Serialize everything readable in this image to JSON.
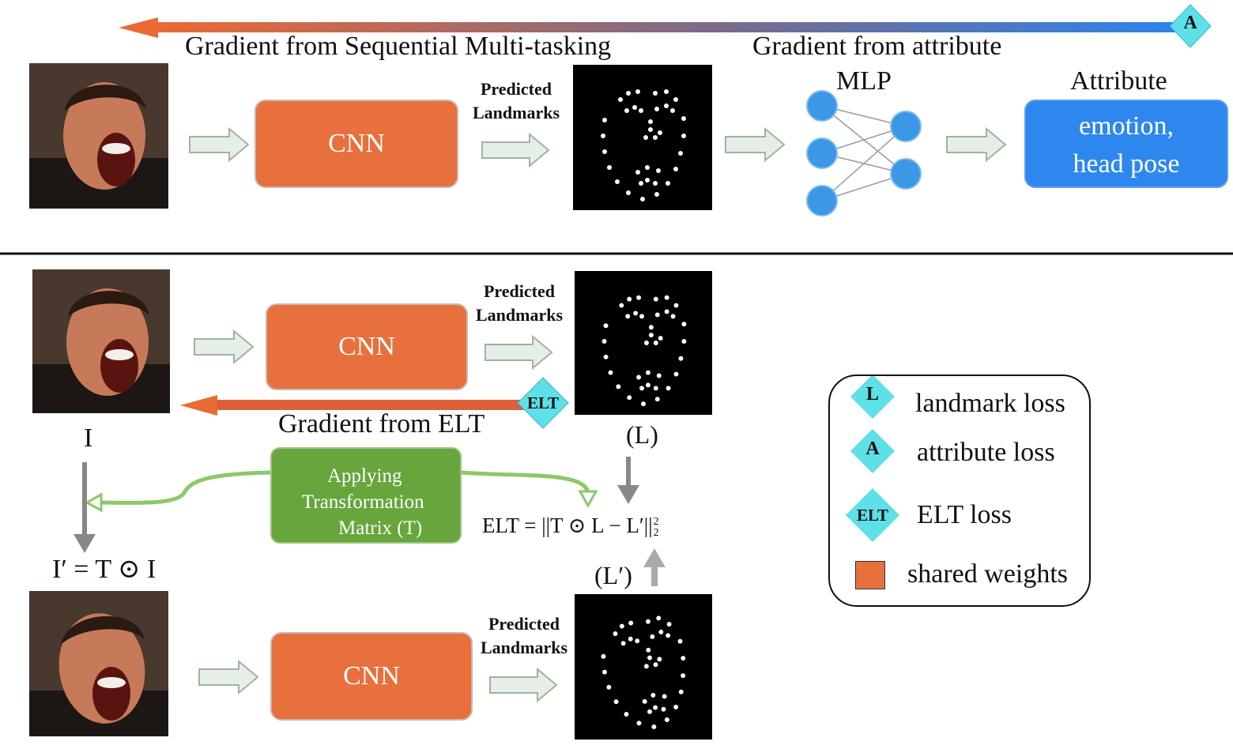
{
  "top": {
    "gradient_seq_label": "Gradient from Sequential Multi-tasking",
    "gradient_attr_label": "Gradient from attribute",
    "cnn_label": "CNN",
    "pred_landmarks_line1": "Predicted",
    "pred_landmarks_line2": "Landmarks",
    "mlp_label": "MLP",
    "attribute_title": "Attribute",
    "attribute_line1": "emotion,",
    "attribute_line2": "head pose",
    "loss_badge": "A"
  },
  "bottom": {
    "cnn_label_1": "CNN",
    "cnn_label_2": "CNN",
    "pred_landmarks_line1": "Predicted",
    "pred_landmarks_line2": "Landmarks",
    "elt_badge": "ELT",
    "gradient_elt_label": "Gradient from ELT",
    "image_label": "I",
    "landmark_label": "(L)",
    "transformed_landmark_label": "(L′)",
    "transformed_image_label": "I′ = T ⊙ I",
    "transform_line1": "Applying",
    "transform_line2": "Transformation",
    "transform_line3": "Matrix (T)",
    "elt_formula": "ELT = ||T ⊙ L − L′||",
    "elt_formula_sup": "2",
    "elt_formula_sub": "2"
  },
  "legend": {
    "items": [
      {
        "badge": "L",
        "label": "landmark loss"
      },
      {
        "badge": "A",
        "label": "attribute loss"
      },
      {
        "badge": "ELT",
        "label": "ELT loss"
      },
      {
        "badge": "",
        "label": "shared weights"
      }
    ]
  },
  "colors": {
    "cnn": "#e8703c",
    "attribute_box": "#2e87ee",
    "transform_box": "#66a63d",
    "loss_badge": "#5ee0e8",
    "mlp_node": "#3b98e6",
    "flow_arrow": "#e6efe6",
    "green_arrow": "#8cc86a",
    "gray_arrow": "#888888"
  }
}
